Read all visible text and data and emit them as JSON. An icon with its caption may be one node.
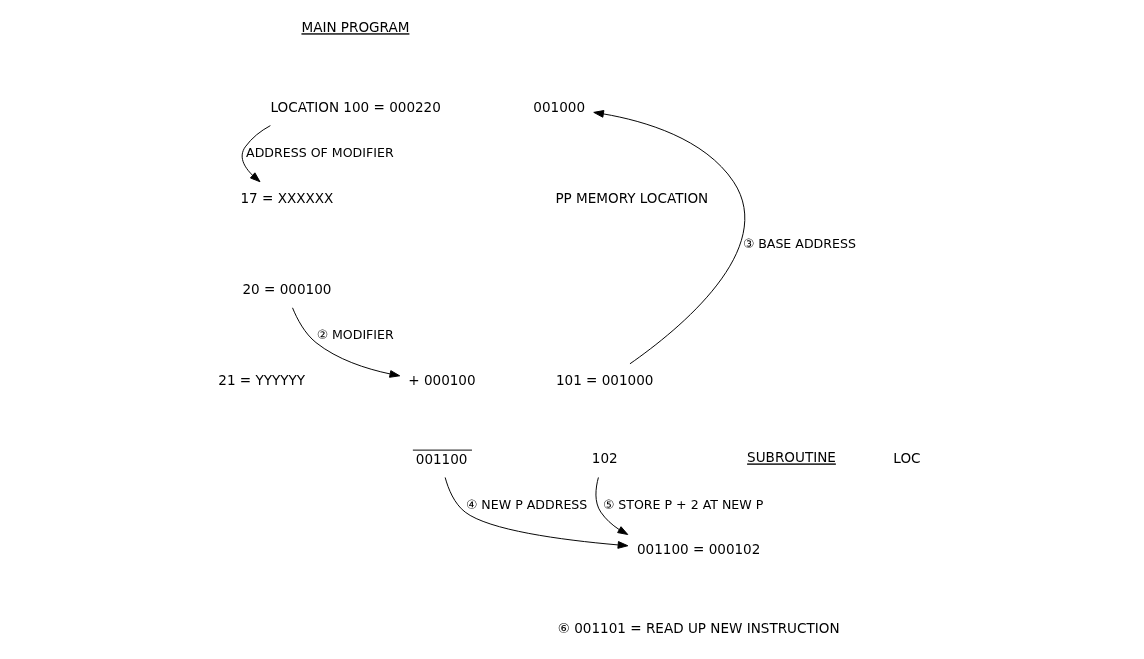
{
  "diagram": {
    "nodes": [
      {
        "text": [
          "LOCATION 100 = 000220"
        ]
      },
      {
        "text": [
          "101 = 001000"
        ]
      },
      {
        "text": [
          "102"
        ]
      },
      {
        "text": [
          "17 = XXXXXX"
        ]
      },
      {
        "text": [
          "20 = 000100"
        ]
      },
      {
        "text": [
          "21 = YYYYYY"
        ]
      },
      {
        "text": [
          "001000"
        ]
      },
      {
        "text": [
          "+ 000100"
        ]
      },
      {
        "text": [
          "001100"
        ]
      },
      {
        "text": [
          "001100 = 000102"
        ]
      }
    ],
    "edges": [
      {
        "from": 1,
        "to": 6,
        "arrow": "to",
        "label": "③ BASE ADDRESS"
      },
      {
        "from": 0,
        "to": 3,
        "arrow": "to",
        "label": "ADDRESS OF MODIFIER"
      },
      {
        "from": 4,
        "to": 7,
        "arrow": "to",
        "label": "② MODIFIER"
      },
      {
        "from": 8,
        "to": 9,
        "arrow": "to",
        "label": "④ NEW P ADDRESS"
      },
      {
        "from": 2,
        "to": 9,
        "arrow": "to",
        "label": "⑤ STORE P + 2 AT NEW P"
      }
    ],
    "labels": [
      "MAIN PROGRAM",
      "PP MEMORY LOCATION",
      "SUBROUTINE",
      "LOC",
      "⑥ 001101 = READ UP NEW INSTRUCTION"
    ]
  }
}
